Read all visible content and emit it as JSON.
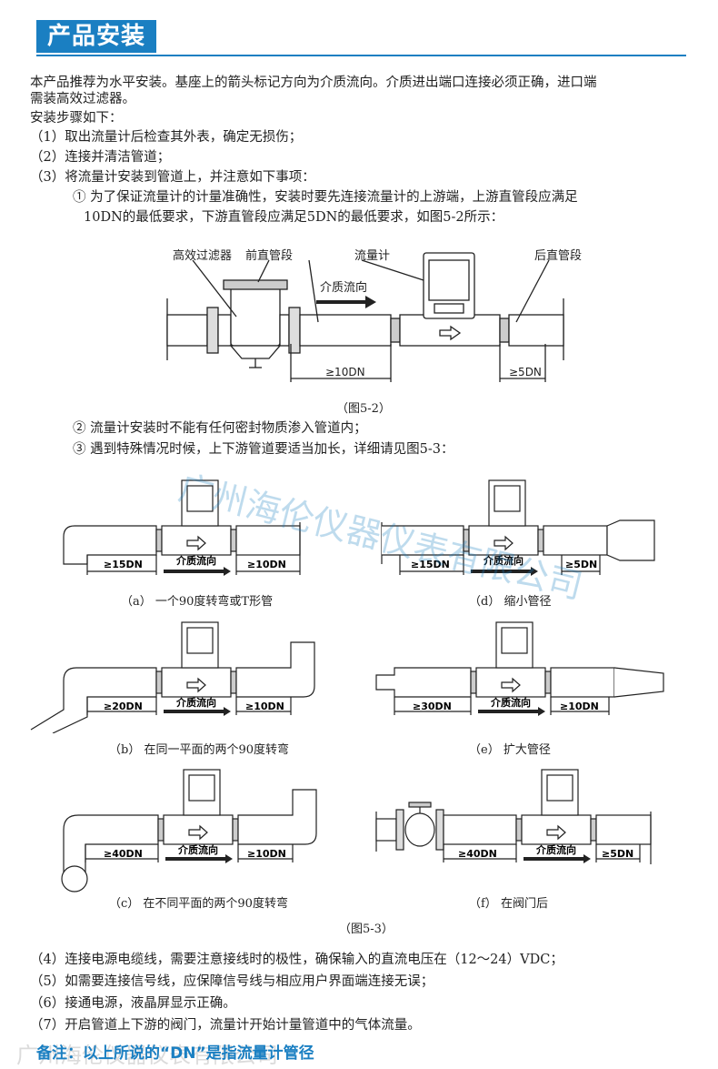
{
  "title": "产品安装",
  "intro": {
    "line1": "本产品推荐为水平安装。基座上的箭头标记方向为介质流向。介质进出端口连接必须正确，进口端",
    "line2": "需装高效过滤器。",
    "line3": "安装步骤如下："
  },
  "steps": {
    "s1": "（1）取出流量计后检查其外表，确定无损伤；",
    "s2": "（2）连接并清洁管道；",
    "s3": "（3）将流量计安装到管道上，并注意如下事项：",
    "s3a1": "① 为了保证流量计的计量准确性，安装时要先连接流量计的上游端，上游直管段应满足",
    "s3a2": "10DN的最低要求，下游直管段应满足5DN的最低要求，如图5-2所示：",
    "s3b": "② 流量计安装时不能有任何密封物质渗入管道内；",
    "s3c": "③ 遇到特殊情况时候，上下游管道要适当加长，详细请见图5-3：",
    "s4": "（4）连接电源电缆线，需要注意接线时的极性，确保输入的直流电压在（12～24）VDC；",
    "s5": "（5）如需要连接信号线，应保障信号线与相应用户界面端连接无误；",
    "s6": "（6）接通电源，液晶屏显示正确。",
    "s7": "（7）开启管道上下游的阀门，流量计开始计量管道中的气体流量。"
  },
  "fig52": {
    "filter_label": "高效过滤器",
    "front_label": "前直管段",
    "meter_label": "流量计",
    "back_label": "后直管段",
    "flow_label": "介质流向",
    "up_dim": "≥10DN",
    "down_dim": "≥5DN",
    "caption": "（图5-2）"
  },
  "fig53": {
    "flow_label": "介质流向",
    "a": {
      "up": "≥15DN",
      "down": "≥10DN",
      "caption": "（a）  一个90度转弯或T形管"
    },
    "d": {
      "up": "≥15DN",
      "down": "≥5DN",
      "caption": "（d）  缩小管径"
    },
    "b": {
      "up": "≥20DN",
      "down": "≥10DN",
      "caption": "（b）  在同一平面的两个90度转弯"
    },
    "e": {
      "up": "≥30DN",
      "down": "≥10DN",
      "caption": "（e）  扩大管径"
    },
    "c": {
      "up": "≥40DN",
      "down": "≥10DN",
      "caption": "（c）  在不同平面的两个90度转弯"
    },
    "f": {
      "up": "≥40DN",
      "down": "≥5DN",
      "caption": "（f）  在阀门后"
    },
    "caption": "（图5-3）"
  },
  "watermark": "广州海伦仪器仪表有限公司",
  "note": "备注：以上所说的“DN”是指流量计管径"
}
